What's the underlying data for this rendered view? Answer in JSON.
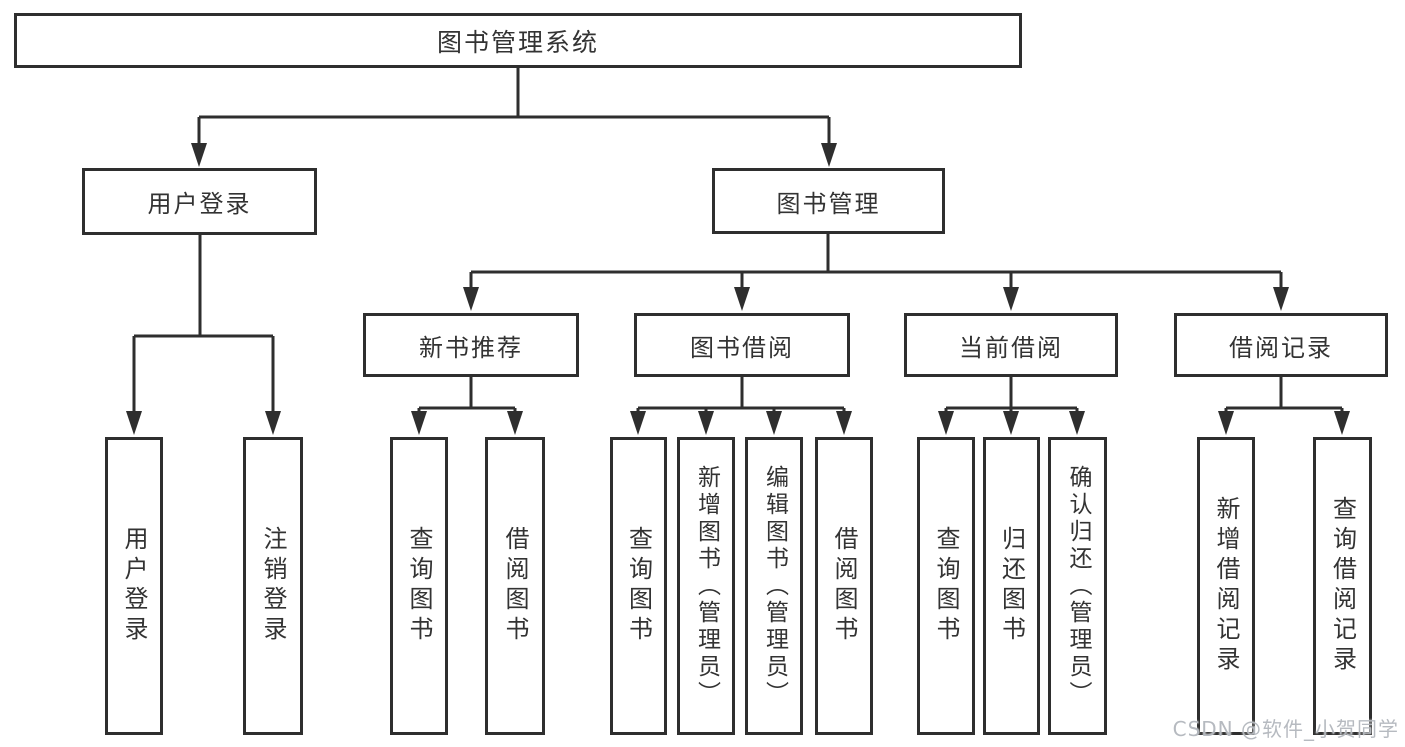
{
  "colors": {
    "line": "#2e2e2e",
    "text": "#333333",
    "background": "#ffffff",
    "watermark": "#b2b6bd"
  },
  "watermark": {
    "text": "CSDN @软件_小贺同学"
  },
  "tree": {
    "root": {
      "label": "图书管理系统",
      "children": [
        {
          "label": "用户登录",
          "children": [
            {
              "label": "用户登录"
            },
            {
              "label": "注销登录"
            }
          ]
        },
        {
          "label": "图书管理",
          "children": [
            {
              "label": "新书推荐",
              "children": [
                {
                  "label": "查询图书"
                },
                {
                  "label": "借阅图书"
                }
              ]
            },
            {
              "label": "图书借阅",
              "children": [
                {
                  "label": "查询图书"
                },
                {
                  "label": "新增图书（管理员）"
                },
                {
                  "label": "编辑图书（管理员）"
                },
                {
                  "label": "借阅图书"
                }
              ]
            },
            {
              "label": "当前借阅",
              "children": [
                {
                  "label": "查询图书"
                },
                {
                  "label": "归还图书"
                },
                {
                  "label": "确认归还（管理员）"
                }
              ]
            },
            {
              "label": "借阅记录",
              "children": [
                {
                  "label": "新增借阅记录"
                },
                {
                  "label": "查询借阅记录"
                }
              ]
            }
          ]
        }
      ]
    }
  }
}
